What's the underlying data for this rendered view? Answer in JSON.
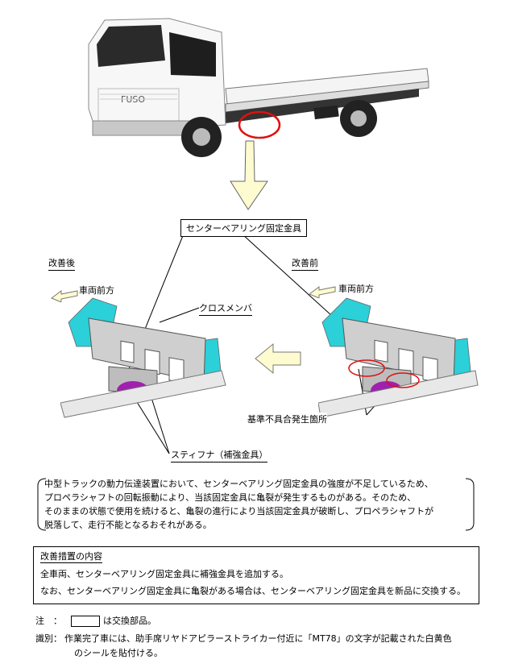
{
  "truck": {
    "brand": "FUSO"
  },
  "callouts": {
    "center_bearing": "センターベアリング固定金具",
    "after": "改善後",
    "before": "改善前",
    "vehicle_front": "車両前方",
    "cross_member": "クロスメンバ",
    "defect_location": "基準不具合発生箇所",
    "stiffener": "スティフナ（補強金具）"
  },
  "description": [
    "中型トラックの動力伝達装置において、センターベアリング固定金具の強度が不足しているため、",
    "プロペラシャフトの回転振動により、当該固定金具に亀裂が発生するものがある。そのため、",
    "そのままの状態で使用を続けると、亀裂の進行により当該固定金具が破断し、プロペラシャフトが",
    "脱落して、走行不能となるおそれがある。"
  ],
  "measures": {
    "title": "改善措置の内容",
    "lines": [
      "全車両、センターベアリング固定金具に補強金具を追加する。",
      "なお、センターベアリング固定金具に亀裂がある場合は、センターベアリング固定金具を新品に交換する。"
    ]
  },
  "notes": {
    "note_label": "注　：",
    "note_text": "は交換部品。",
    "ident_label": "識別：",
    "ident_line1": "作業完了車には、助手席リヤドアピラーストライカー付近に「MT78」の文字が記載された白黄色",
    "ident_line2": "のシールを貼付ける。"
  }
}
